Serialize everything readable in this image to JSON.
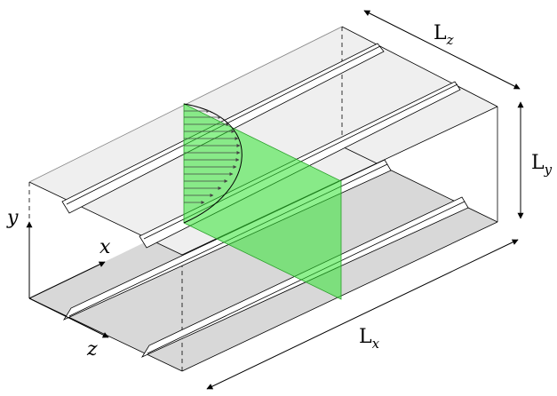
{
  "labels": {
    "Lz": {
      "main": "L",
      "sub": "z"
    },
    "Ly": {
      "main": "L",
      "sub": "y"
    },
    "Lx": {
      "main": "L",
      "sub": "x"
    },
    "axis_x": "x",
    "axis_y": "y",
    "axis_z": "z"
  },
  "colors": {
    "floor": "#d8d8d8",
    "ceiling": "#efefef",
    "plane": "#33e633",
    "line": "#000000"
  }
}
